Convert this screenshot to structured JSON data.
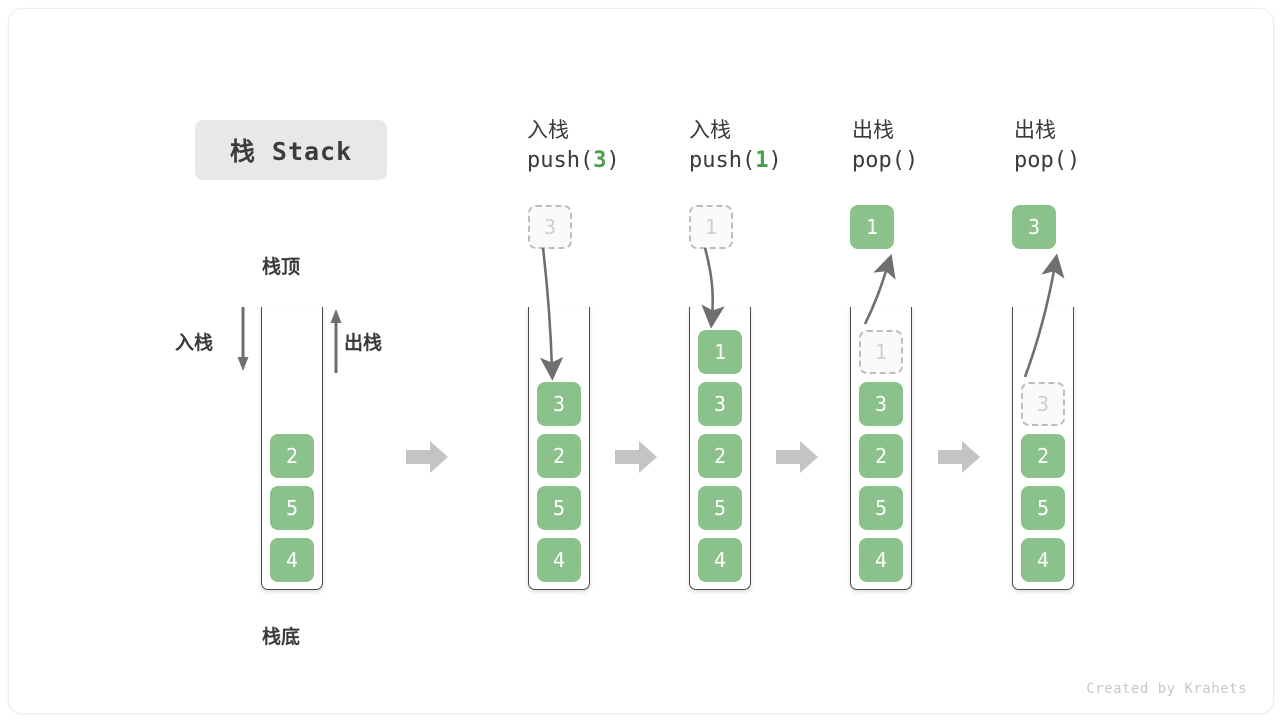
{
  "card": {
    "title_pill": "栈 Stack",
    "footer": "Created by Krahets",
    "accent_green": "#8bc28b",
    "arg_green": "#4a9e4a",
    "ghost_border": "#bdbdbd",
    "stack_border": "#4a4a4a",
    "flow_arrow_color": "#c4c4c4"
  },
  "legend": {
    "top_label": "栈顶",
    "bottom_label": "栈底",
    "push_label": "入栈",
    "pop_label": "出栈"
  },
  "columns": [
    {
      "id": "initial",
      "header_cn": "",
      "header_code": "",
      "header_arg": "",
      "floating": null,
      "stack": [
        {
          "value": "2",
          "state": "filled"
        },
        {
          "value": "5",
          "state": "filled"
        },
        {
          "value": "4",
          "state": "filled"
        }
      ]
    },
    {
      "id": "push-3",
      "header_cn": "入栈",
      "header_code_prefix": "push(",
      "header_arg": "3",
      "header_code_suffix": ")",
      "floating": {
        "value": "3",
        "state": "ghost"
      },
      "stack": [
        {
          "value": "3",
          "state": "filled"
        },
        {
          "value": "2",
          "state": "filled"
        },
        {
          "value": "5",
          "state": "filled"
        },
        {
          "value": "4",
          "state": "filled"
        }
      ]
    },
    {
      "id": "push-1",
      "header_cn": "入栈",
      "header_code_prefix": "push(",
      "header_arg": "1",
      "header_code_suffix": ")",
      "floating": {
        "value": "1",
        "state": "ghost"
      },
      "stack": [
        {
          "value": "1",
          "state": "filled"
        },
        {
          "value": "3",
          "state": "filled"
        },
        {
          "value": "2",
          "state": "filled"
        },
        {
          "value": "5",
          "state": "filled"
        },
        {
          "value": "4",
          "state": "filled"
        }
      ]
    },
    {
      "id": "pop-1",
      "header_cn": "出栈",
      "header_code_prefix": "pop(",
      "header_arg": "",
      "header_code_suffix": ")",
      "floating": {
        "value": "1",
        "state": "filled"
      },
      "stack": [
        {
          "value": "1",
          "state": "ghost"
        },
        {
          "value": "3",
          "state": "filled"
        },
        {
          "value": "2",
          "state": "filled"
        },
        {
          "value": "5",
          "state": "filled"
        },
        {
          "value": "4",
          "state": "filled"
        }
      ]
    },
    {
      "id": "pop-2",
      "header_cn": "出栈",
      "header_code_prefix": "pop(",
      "header_arg": "",
      "header_code_suffix": ")",
      "floating": {
        "value": "3",
        "state": "filled"
      },
      "stack": [
        {
          "value": "3",
          "state": "ghost"
        },
        {
          "value": "2",
          "state": "filled"
        },
        {
          "value": "5",
          "state": "filled"
        },
        {
          "value": "4",
          "state": "filled"
        }
      ]
    }
  ]
}
